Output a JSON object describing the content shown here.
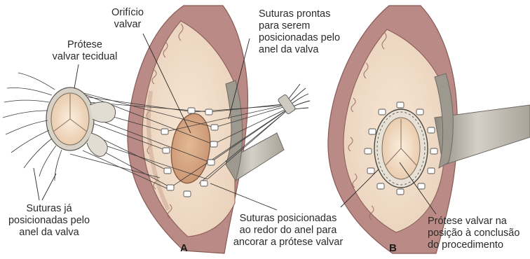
{
  "labels": {
    "protese_tecidual": "Prótese\nvalvar tecidual",
    "orificio": "Orifício\nvalvar",
    "suturas_prontas": "Suturas prontas\npara serem\nposicionadas pelo\nanel da valva",
    "suturas_ja": "Suturas já\nposicionadas pelo\nanel da valva",
    "suturas_posicionadas": "Suturas posicionadas\nao redor do anel para\nancorar a prótese valvar",
    "protese_conclusao": "Prótese valvar na\nposição à conclusão\ndo procedimento"
  },
  "panels": {
    "a": "A",
    "b": "B"
  },
  "colors": {
    "tissue_outer": "#b98a86",
    "tissue_inner": "#f3e1cf",
    "tissue_edge": "#8a5a55",
    "orifice": "#d8a784",
    "retractor": "#b7b2a8",
    "suture": "#3a3a3a",
    "pledget": "#ffffff",
    "leader": "#2a2a2a"
  }
}
